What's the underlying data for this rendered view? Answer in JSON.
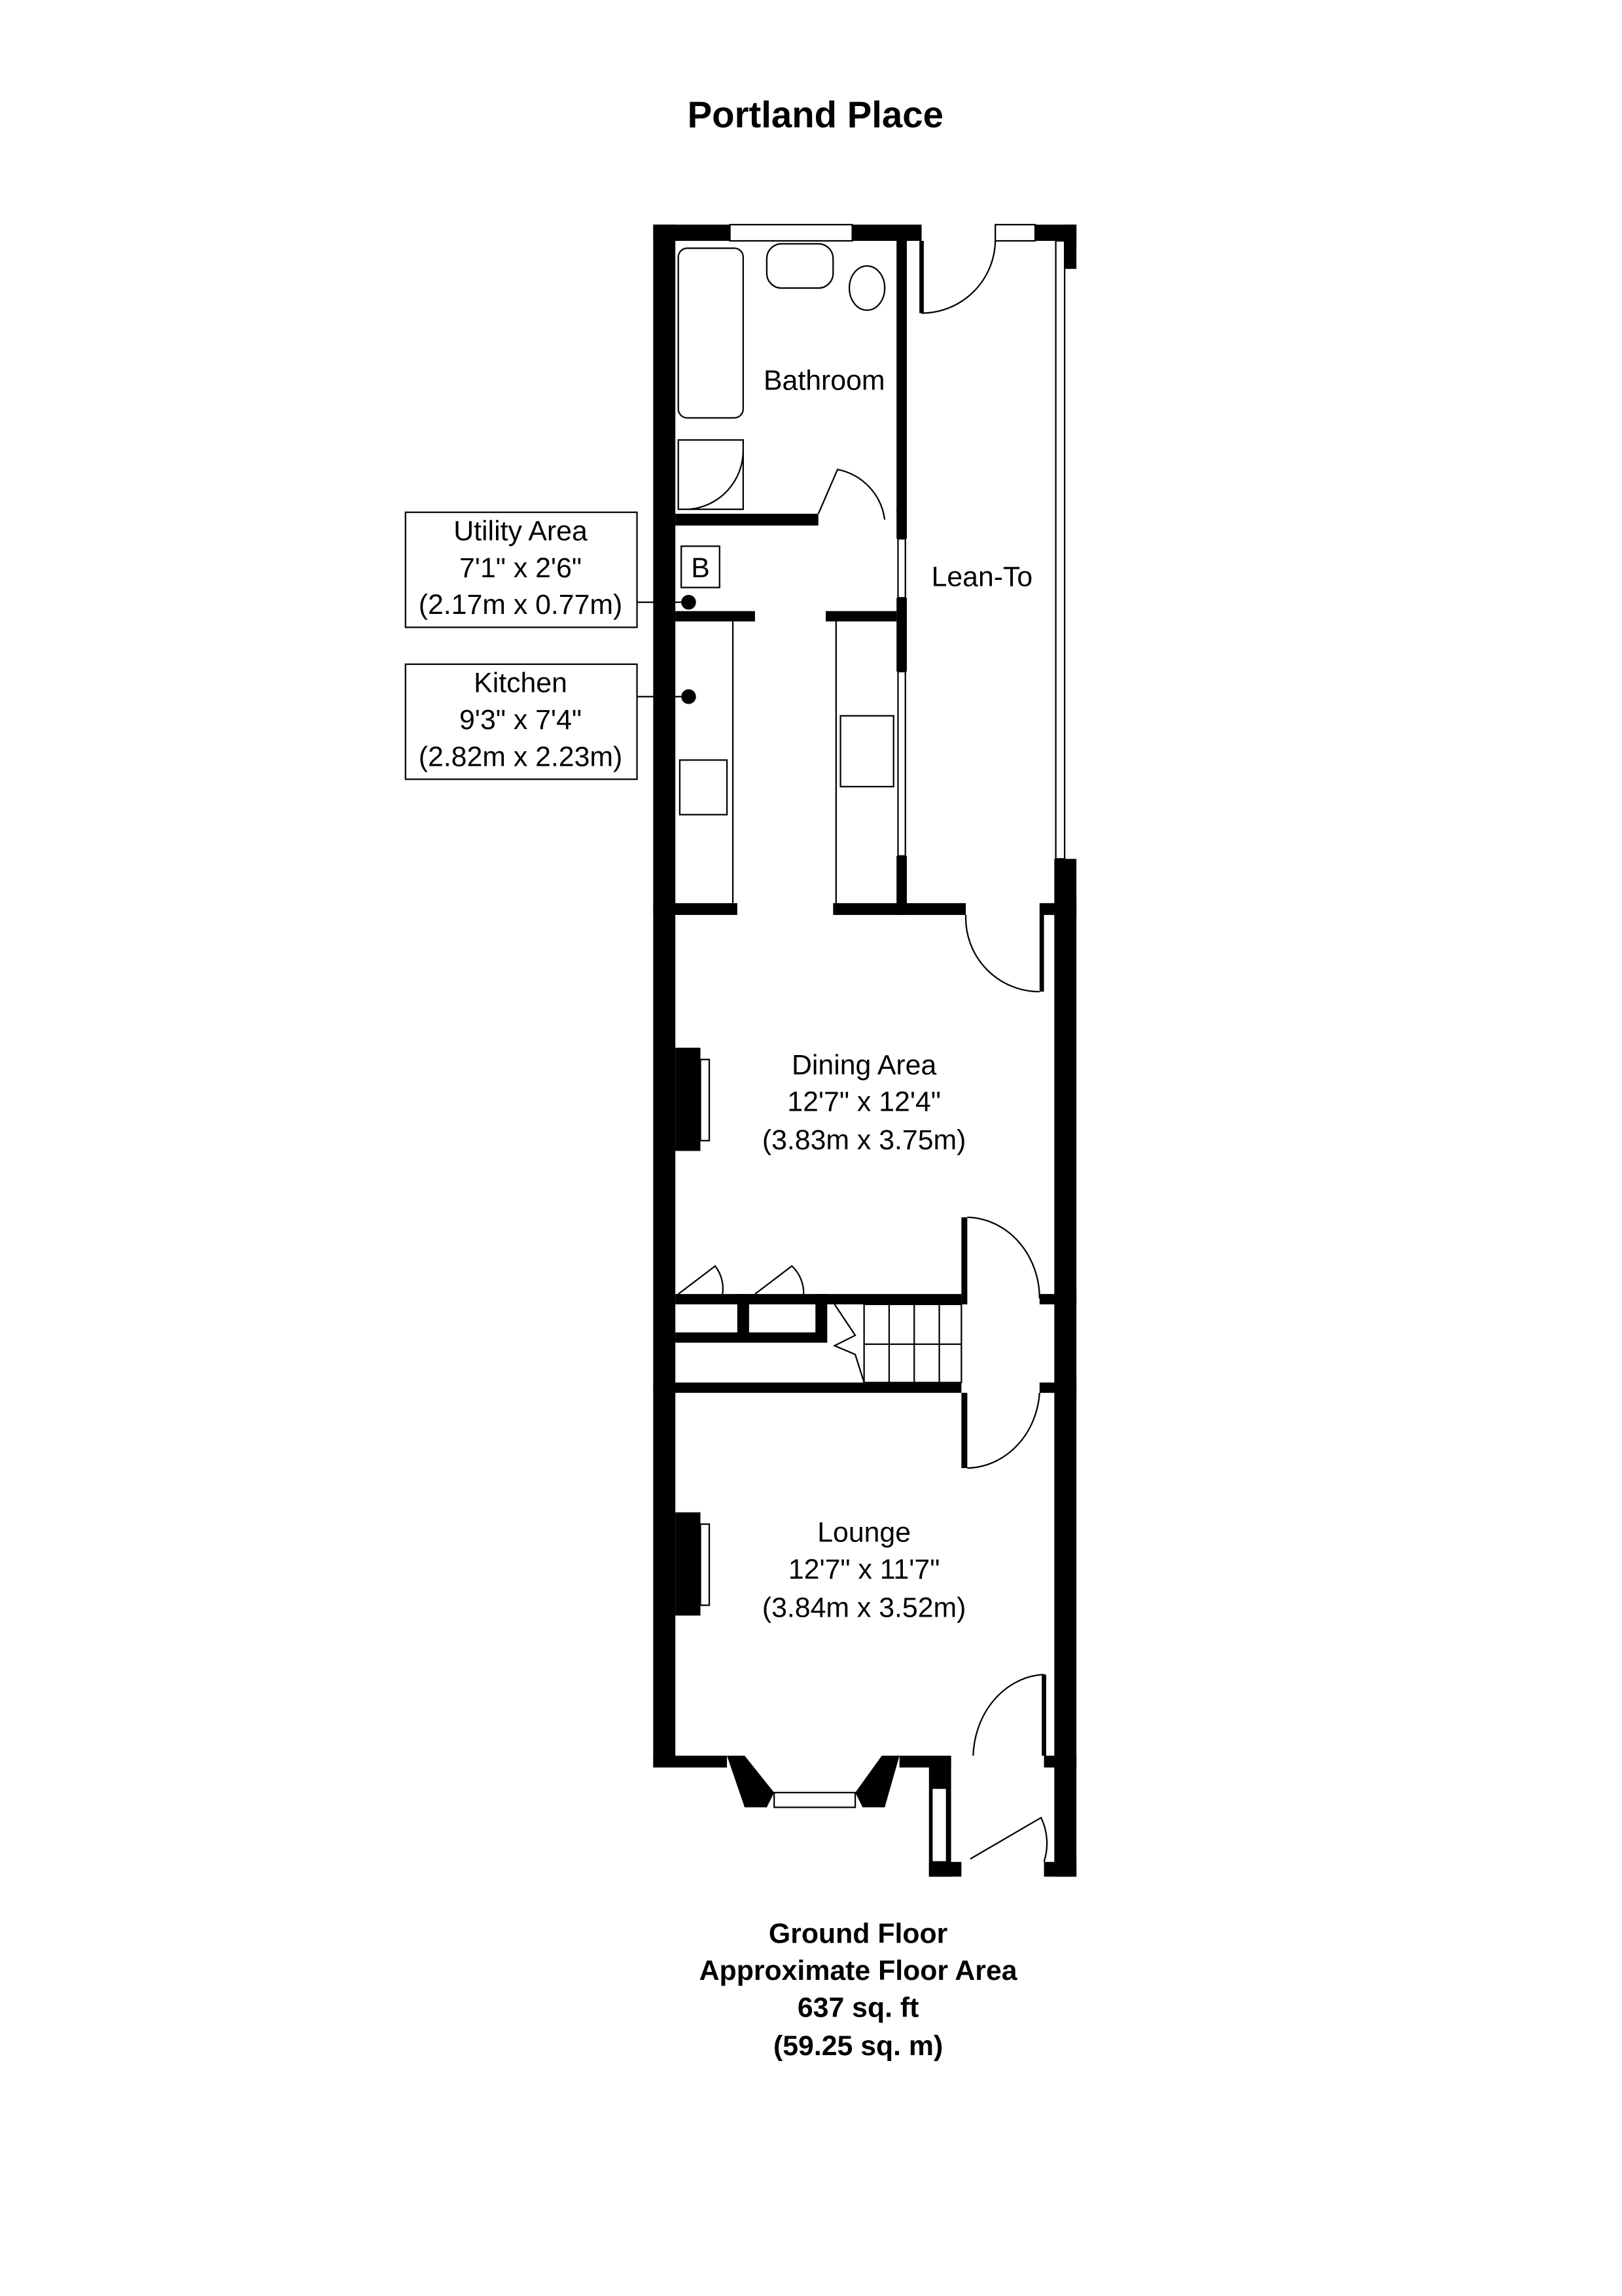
{
  "title": "Portland Place",
  "rooms": {
    "bathroom": {
      "name": "Bathroom"
    },
    "lean_to": {
      "name": "Lean-To"
    },
    "utility": {
      "name": "Utility Area",
      "imperial": "7'1\" x 2'6\"",
      "metric": "(2.17m x 0.77m)"
    },
    "kitchen": {
      "name": "Kitchen",
      "imperial": "9'3\" x 7'4\"",
      "metric": "(2.82m x 2.23m)"
    },
    "dining": {
      "name": "Dining Area",
      "imperial": "12'7\" x 12'4\"",
      "metric": "(3.83m x 3.75m)"
    },
    "lounge": {
      "name": "Lounge",
      "imperial": "12'7\" x 11'7\"",
      "metric": "(3.84m x 3.52m)"
    }
  },
  "boiler_label": "B",
  "footer": {
    "floor": "Ground Floor",
    "area_label": "Approximate Floor Area",
    "sqft": "637 sq. ft",
    "sqm": "(59.25 sq. m)"
  }
}
